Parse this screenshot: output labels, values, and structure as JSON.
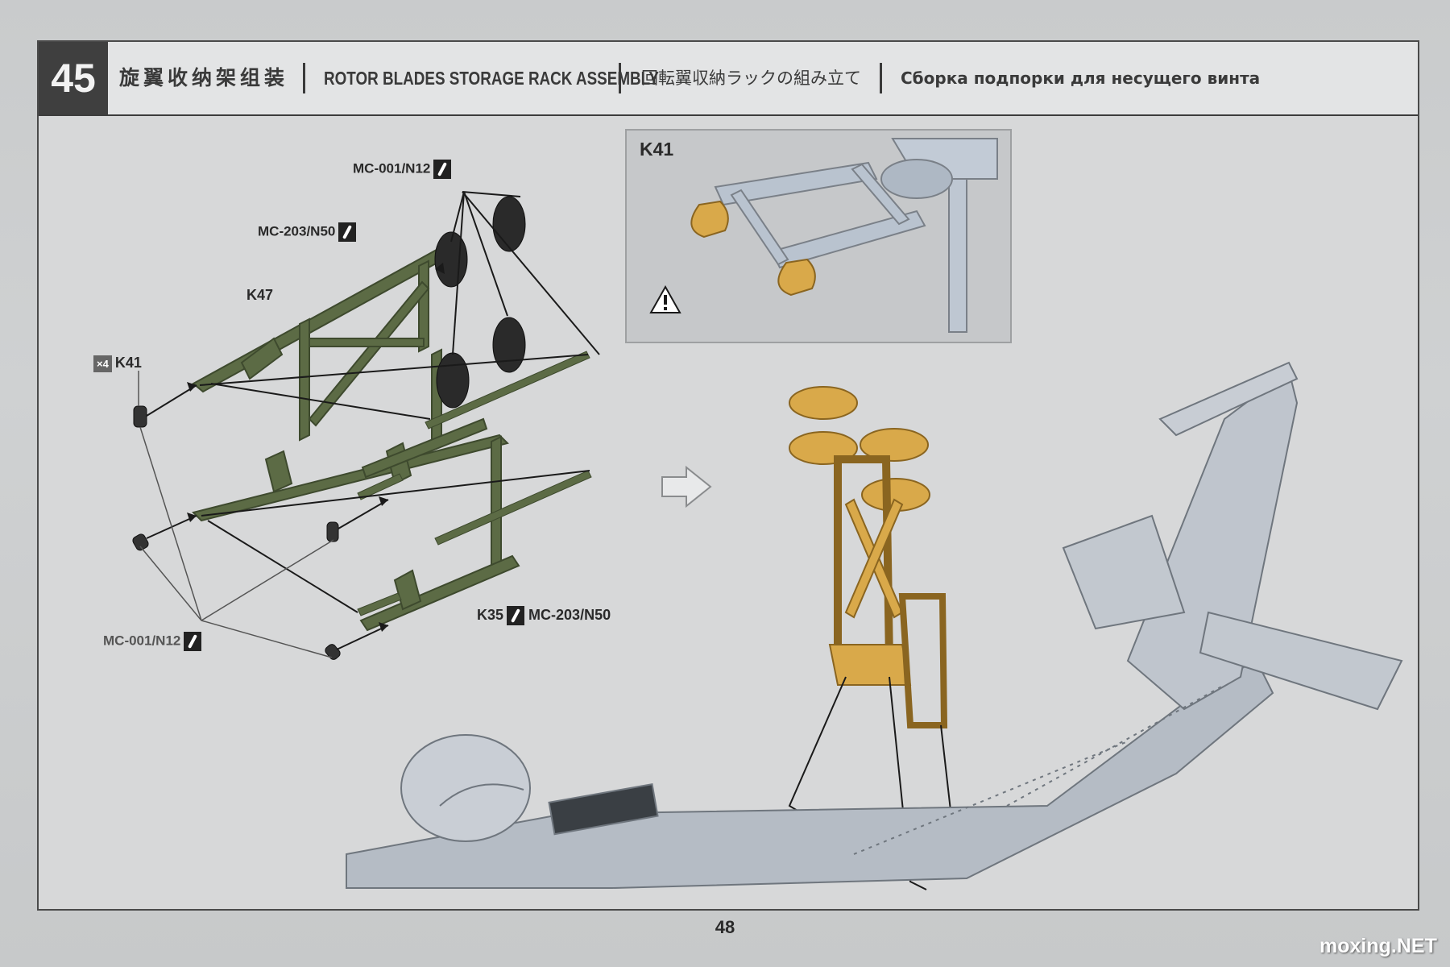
{
  "header": {
    "step_number": "45",
    "title_cn": "旋翼收纳架组装",
    "title_en": "ROTOR BLADES STORAGE RACK ASSEMBLY",
    "title_jp": "回転翼収納ラックの組み立て",
    "title_ru": "Сборка  подпорки для несущего винта"
  },
  "callouts": {
    "top_paint": "MC-001/N12",
    "upper_paint": "MC-203/N50",
    "part_k47": "K47",
    "qty_x4": "×4",
    "part_k41": "K41",
    "part_k35": "K35",
    "k35_paint": "MC-203/N50",
    "bottom_paint": "MC-001/N12"
  },
  "inset": {
    "label": "K41",
    "warning_icon": "warning-triangle-icon"
  },
  "icons": {
    "paint": "paintbrush-icon",
    "next_step": "arrow-right-icon"
  },
  "colors": {
    "rack_green": "#5c6b45",
    "rack_tan": "#d9a94a",
    "hull_grey": "#b5bcc5"
  },
  "footer": {
    "page_number": "48"
  },
  "watermark": "moxing.NET"
}
